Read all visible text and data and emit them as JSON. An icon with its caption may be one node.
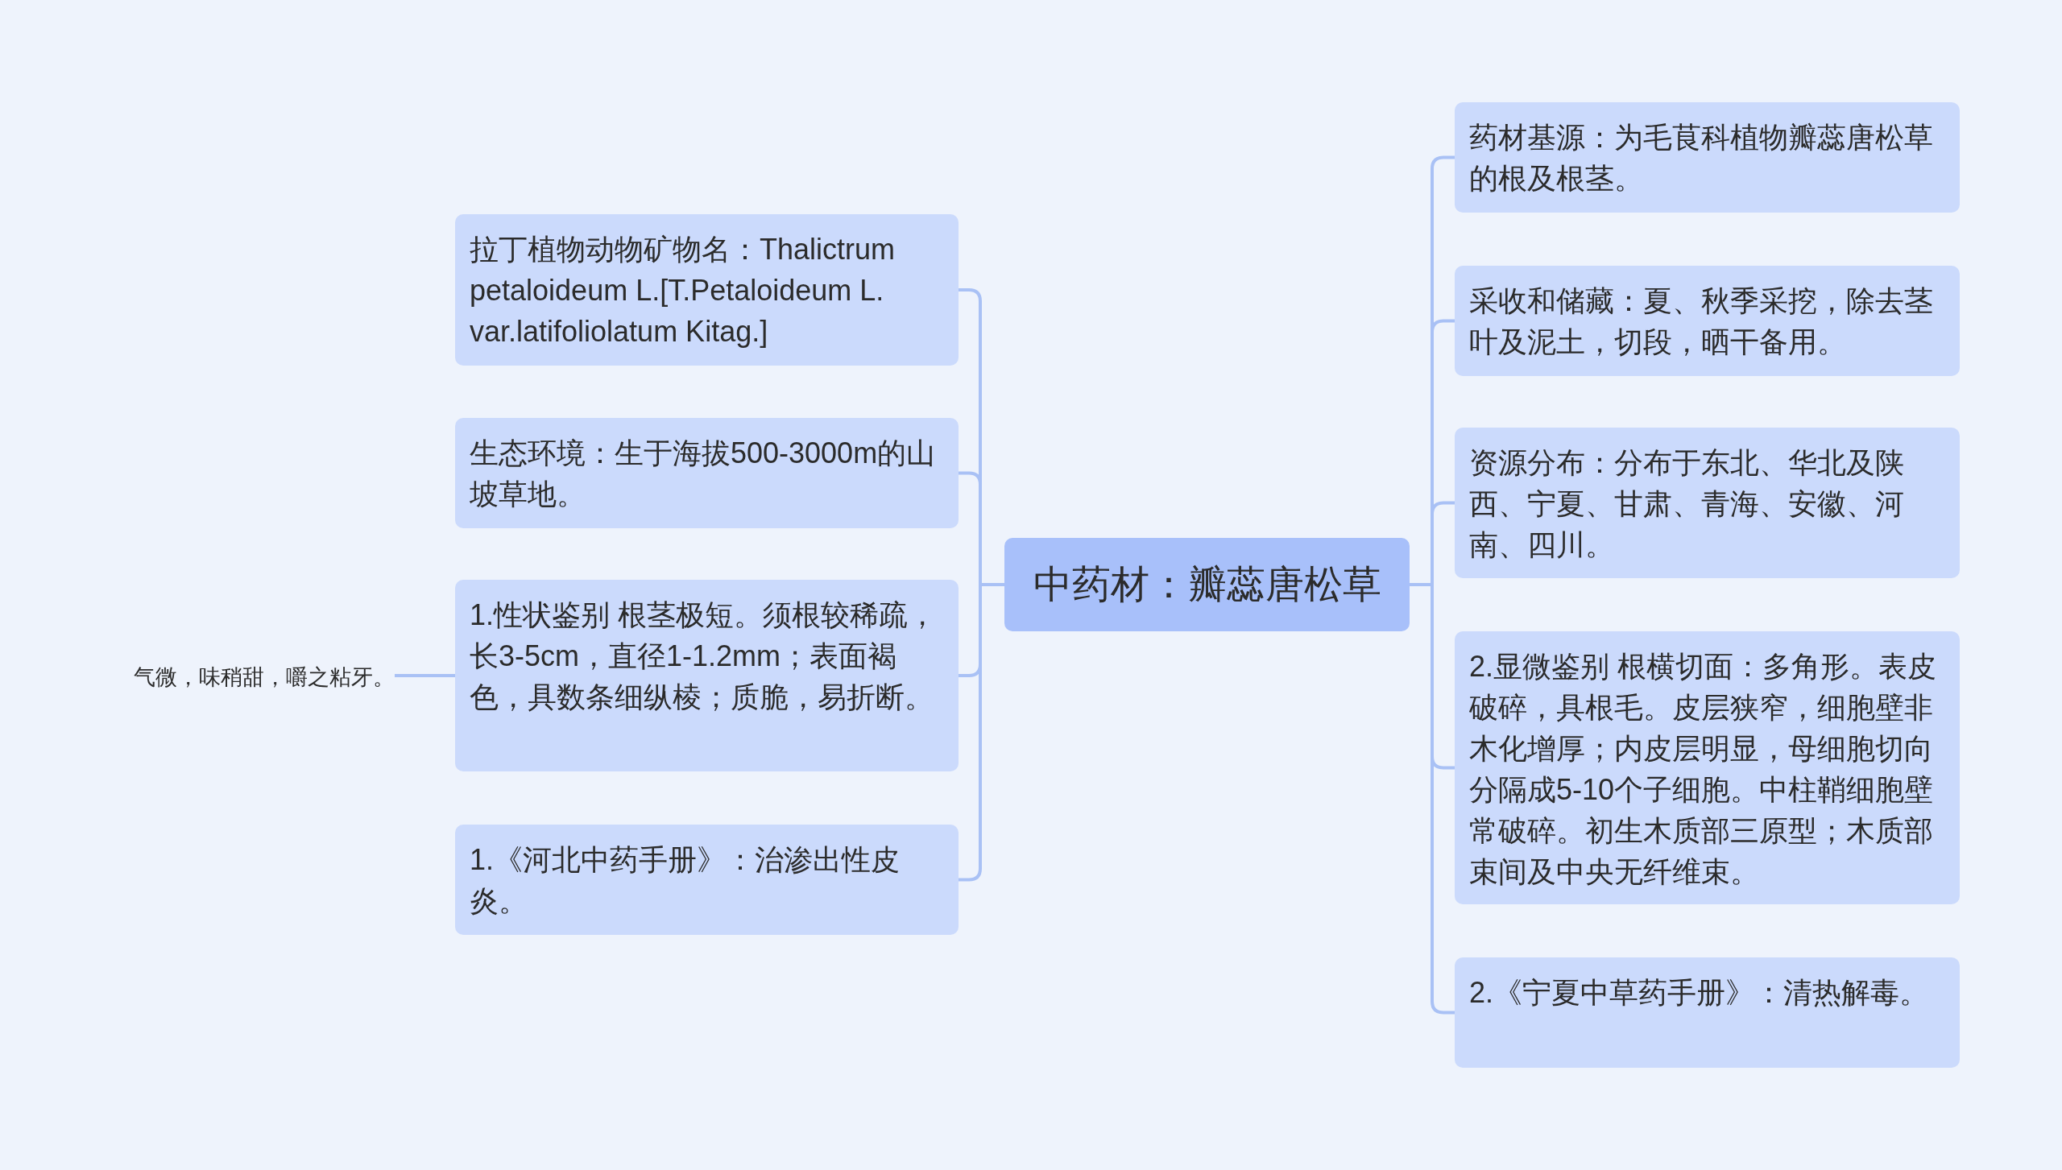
{
  "diagram": {
    "nodes": [
      {
        "text": [
          "中药材：瓣蕊唐松草"
        ]
      },
      {
        "text": [
          "拉丁植物动物矿物名：Thalictrum petaloideum L.[T.Petaloideum L. var.latifoliolatum Kitag.]"
        ]
      },
      {
        "text": [
          "生态环境：生于海拔500-3000m的山坡草地。"
        ]
      },
      {
        "text": [
          "1.性状鉴别 根茎极短。须根较稀疏，长3-5cm，直径1-1.2mm；表面褐色，具数条细纵棱；质脆，易折断。"
        ]
      },
      {
        "text": [
          "1.《河北中药手册》：治渗出性皮炎。"
        ]
      },
      {
        "text": [
          "气微，味稍甜，嚼之粘牙。"
        ]
      },
      {
        "text": [
          "药材基源：为毛茛科植物瓣蕊唐松草的根及根茎。"
        ]
      },
      {
        "text": [
          "采收和储藏：夏、秋季采挖，除去茎叶及泥土，切段，晒干备用。"
        ]
      },
      {
        "text": [
          "资源分布：分布于东北、华北及陕西、宁夏、甘肃、青海、安徽、河南、四川。"
        ]
      },
      {
        "text": [
          "2.显微鉴别 根横切面：多角形。表皮破碎，具根毛。皮层狭窄，细胞壁非木化增厚；内皮层明显，母细胞切向分隔成5-10个子细胞。中柱鞘细胞壁常破碎。初生木质部三原型；木质部束间及中央无纤维束。"
        ]
      },
      {
        "text": [
          "2.《宁夏中草药手册》：清热解毒。"
        ]
      }
    ],
    "edges": [
      {
        "from": 0,
        "to": 1,
        "arrow": "none"
      },
      {
        "from": 0,
        "to": 2,
        "arrow": "none"
      },
      {
        "from": 0,
        "to": 3,
        "arrow": "none"
      },
      {
        "from": 0,
        "to": 4,
        "arrow": "none"
      },
      {
        "from": 3,
        "to": 5,
        "arrow": "none"
      },
      {
        "from": 0,
        "to": 6,
        "arrow": "none"
      },
      {
        "from": 0,
        "to": 7,
        "arrow": "none"
      },
      {
        "from": 0,
        "to": 8,
        "arrow": "none"
      },
      {
        "from": 0,
        "to": 9,
        "arrow": "none"
      },
      {
        "from": 0,
        "to": 10,
        "arrow": "none"
      }
    ]
  }
}
